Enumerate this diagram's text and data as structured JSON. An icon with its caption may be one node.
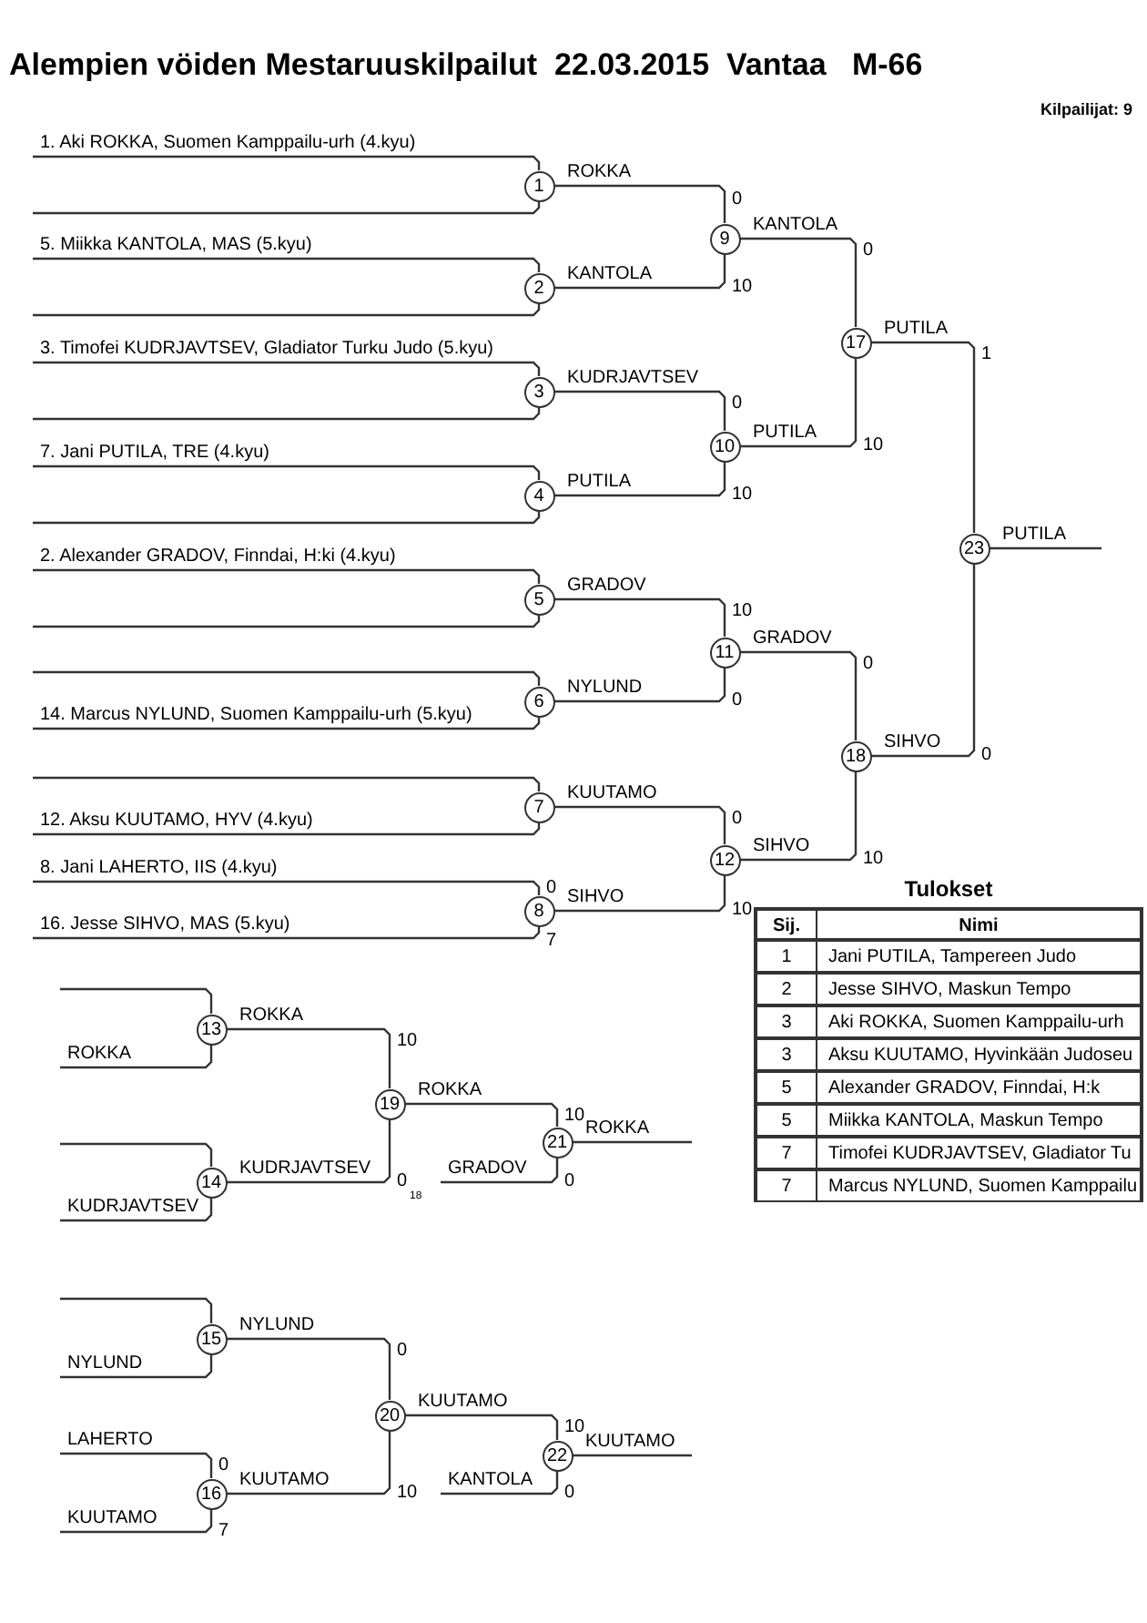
{
  "diagram": {
    "title": "Alempien vöiden Mestaruuskilpailut  22.03.2015  Vantaa   M-66",
    "nodes": [
      {
        "text": [
          "1"
        ]
      },
      {
        "text": [
          "2"
        ]
      },
      {
        "text": [
          "3"
        ]
      },
      {
        "text": [
          "4"
        ]
      },
      {
        "text": [
          "5"
        ]
      },
      {
        "text": [
          "6"
        ]
      },
      {
        "text": [
          "7"
        ]
      },
      {
        "text": [
          "8"
        ]
      },
      {
        "text": [
          "9"
        ]
      },
      {
        "text": [
          "10"
        ]
      },
      {
        "text": [
          "11"
        ]
      },
      {
        "text": [
          "12"
        ]
      },
      {
        "text": [
          "13"
        ]
      },
      {
        "text": [
          "14"
        ]
      },
      {
        "text": [
          "15"
        ]
      },
      {
        "text": [
          "16"
        ]
      },
      {
        "text": [
          "17"
        ]
      },
      {
        "text": [
          "18"
        ]
      },
      {
        "text": [
          "19"
        ]
      },
      {
        "text": [
          "20"
        ]
      },
      {
        "text": [
          "21"
        ]
      },
      {
        "text": [
          "22"
        ]
      },
      {
        "text": [
          "23"
        ]
      }
    ],
    "edges": [
      {
        "from": null,
        "to": 0,
        "arrow": "none",
        "label": "1. Aki ROKKA, Suomen Kamppailu-urh (4.kyu)"
      },
      {
        "from": null,
        "to": 0,
        "arrow": "none"
      },
      {
        "from": null,
        "to": 1,
        "arrow": "none",
        "label": "5. Miikka KANTOLA, MAS (5.kyu)"
      },
      {
        "from": null,
        "to": 1,
        "arrow": "none"
      },
      {
        "from": null,
        "to": 2,
        "arrow": "none",
        "label": "3. Timofei KUDRJAVTSEV, Gladiator Turku Judo (5.kyu)"
      },
      {
        "from": null,
        "to": 2,
        "arrow": "none"
      },
      {
        "from": null,
        "to": 3,
        "arrow": "none",
        "label": "7. Jani PUTILA, TRE (4.kyu)"
      },
      {
        "from": null,
        "to": 3,
        "arrow": "none"
      },
      {
        "from": null,
        "to": 4,
        "arrow": "none",
        "label": "2. Alexander GRADOV, Finndai, H:ki (4.kyu)"
      },
      {
        "from": null,
        "to": 4,
        "arrow": "none"
      },
      {
        "from": null,
        "to": 5,
        "arrow": "none"
      },
      {
        "from": null,
        "to": 5,
        "arrow": "none",
        "label": "14. Marcus NYLUND, Suomen Kamppailu-urh (5.kyu)"
      },
      {
        "from": null,
        "to": 6,
        "arrow": "none"
      },
      {
        "from": null,
        "to": 6,
        "arrow": "none",
        "label": "12. Aksu KUUTAMO, HYV (4.kyu)"
      },
      {
        "from": null,
        "to": 7,
        "arrow": "none",
        "label": "8. Jani LAHERTO, IIS (4.kyu)"
      },
      {
        "from": null,
        "to": 7,
        "arrow": "none",
        "label": "16. Jesse SIHVO, MAS (5.kyu)"
      },
      {
        "from": 0,
        "to": 8,
        "arrow": "none",
        "label": "ROKKA"
      },
      {
        "from": 1,
        "to": 8,
        "arrow": "none",
        "label": "KANTOLA"
      },
      {
        "from": 2,
        "to": 9,
        "arrow": "none",
        "label": "KUDRJAVTSEV"
      },
      {
        "from": 3,
        "to": 9,
        "arrow": "none",
        "label": "PUTILA"
      },
      {
        "from": 4,
        "to": 10,
        "arrow": "none",
        "label": "GRADOV"
      },
      {
        "from": 5,
        "to": 10,
        "arrow": "none",
        "label": "NYLUND"
      },
      {
        "from": 6,
        "to": 11,
        "arrow": "none",
        "label": "KUUTAMO"
      },
      {
        "from": 7,
        "to": 11,
        "arrow": "none",
        "label": "SIHVO"
      },
      {
        "from": 8,
        "to": 16,
        "arrow": "none",
        "label": "KANTOLA"
      },
      {
        "from": 9,
        "to": 16,
        "arrow": "none",
        "label": "PUTILA"
      },
      {
        "from": 10,
        "to": 17,
        "arrow": "none",
        "label": "GRADOV"
      },
      {
        "from": 11,
        "to": 17,
        "arrow": "none",
        "label": "SIHVO"
      },
      {
        "from": 16,
        "to": 22,
        "arrow": "none",
        "label": "PUTILA"
      },
      {
        "from": 17,
        "to": 22,
        "arrow": "none",
        "label": "SIHVO"
      },
      {
        "from": 22,
        "to": null,
        "arrow": "none",
        "label": "PUTILA"
      },
      {
        "from": null,
        "to": 12,
        "arrow": "none"
      },
      {
        "from": null,
        "to": 12,
        "arrow": "none",
        "label": "ROKKA"
      },
      {
        "from": null,
        "to": 13,
        "arrow": "none"
      },
      {
        "from": null,
        "to": 13,
        "arrow": "none",
        "label": "KUDRJAVTSEV"
      },
      {
        "from": 12,
        "to": 18,
        "arrow": "none",
        "label": "ROKKA"
      },
      {
        "from": 13,
        "to": 18,
        "arrow": "none",
        "label": "KUDRJAVTSEV"
      },
      {
        "from": 18,
        "to": 20,
        "arrow": "none",
        "label": "ROKKA"
      },
      {
        "from": null,
        "to": 20,
        "arrow": "none",
        "label": "GRADOV"
      },
      {
        "from": 20,
        "to": null,
        "arrow": "none",
        "label": "ROKKA"
      },
      {
        "from": null,
        "to": 14,
        "arrow": "none"
      },
      {
        "from": null,
        "to": 14,
        "arrow": "none",
        "label": "NYLUND"
      },
      {
        "from": null,
        "to": 15,
        "arrow": "none",
        "label": "LAHERTO"
      },
      {
        "from": null,
        "to": 15,
        "arrow": "none",
        "label": "KUUTAMO"
      },
      {
        "from": 14,
        "to": 19,
        "arrow": "none",
        "label": "NYLUND"
      },
      {
        "from": 15,
        "to": 19,
        "arrow": "none",
        "label": "KUUTAMO"
      },
      {
        "from": 19,
        "to": 21,
        "arrow": "none",
        "label": "KUUTAMO"
      },
      {
        "from": null,
        "to": 21,
        "arrow": "none",
        "label": "KANTOLA"
      },
      {
        "from": 21,
        "to": null,
        "arrow": "none",
        "label": "KUUTAMO"
      }
    ],
    "labels": [
      "Kilpailijat: 9",
      "0",
      "0",
      "10",
      "1",
      "0",
      "10",
      "10",
      "10",
      "0",
      "0",
      "0",
      "0",
      "10",
      "0",
      "10",
      "7",
      "10",
      "10",
      "0",
      "18",
      "0",
      "0",
      "10",
      "0",
      "10",
      "0",
      "7",
      "Tulokset",
      "Sij.",
      "Nimi",
      "1",
      "Jani PUTILA, Tampereen Judo",
      "2",
      "Jesse SIHVO, Maskun Tempo",
      "3",
      "Aki ROKKA, Suomen Kamppailu-urh",
      "3",
      "Aksu KUUTAMO, Hyvinkään Judoseu",
      "5",
      "Alexander GRADOV, Finndai, H:k",
      "5",
      "Miikka KANTOLA, Maskun Tempo",
      "7",
      "Timofei KUDRJAVTSEV, Gladiator Tu",
      "7",
      "Marcus NYLUND, Suomen Kamppailu"
    ]
  }
}
